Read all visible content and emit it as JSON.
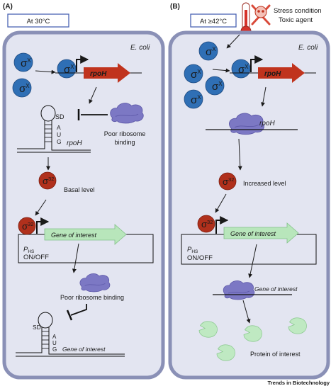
{
  "colors": {
    "cell_border": "#8a90b6",
    "cell_fill": "#e3e5f1",
    "sigma_x": "#2f6fb5",
    "sigma_32": "#b0301c",
    "rpoH_arrow": "#c0331d",
    "gene_arrow": "#b8e6bb",
    "ribosome": "#7c78c4",
    "protein": "#bfe9c2",
    "thermometer": "#d6322a"
  },
  "icons": [
    "thermometer-icon",
    "skull-crossbones-icon",
    "ribosome-icon",
    "protein-icon",
    "promoter-arrow-icon"
  ],
  "panel_a": {
    "label": "(A)",
    "condition": "At 30°C",
    "organism": "E. coli",
    "sigma_x_symbol": "σ",
    "sigma_x_sup": "X",
    "rpoH_gene": "rpoH",
    "sd": "SD",
    "aug": [
      "A",
      "U",
      "G"
    ],
    "rpoH_mrna": "rpoH",
    "ribosome_note_1": "Poor ribosome",
    "ribosome_note_2": "binding",
    "sigma32_symbol": "σ",
    "sigma32_sup": "32",
    "level": "Basal level",
    "gene_of_interest": "Gene of interest",
    "promoter": "P",
    "promoter_sub": "HS",
    "onoff": "ON/OFF",
    "poor_binding": "Poor ribosome binding",
    "sd2": "SD",
    "aug2": [
      "A",
      "U",
      "G"
    ],
    "mrna_label": "Gene of interest"
  },
  "panel_b": {
    "label": "(B)",
    "condition": "At ≥42°C",
    "stress_1": "Stress condition",
    "stress_2": "Toxic agent",
    "organism": "E. coli",
    "sigma_x_symbol": "σ",
    "sigma_x_sup": "X",
    "rpoH_gene": "rpoH",
    "rpoH_mrna": "rpoH",
    "sigma32_symbol": "σ",
    "sigma32_sup": "32",
    "level": "Increased level",
    "gene_of_interest": "Gene of interest",
    "promoter": "P",
    "promoter_sub": "HS",
    "onoff": "ON/OFF",
    "mrna_label": "Gene of interest",
    "protein_label": "Protein of interest"
  },
  "footer": "Trends in Biotechnology"
}
